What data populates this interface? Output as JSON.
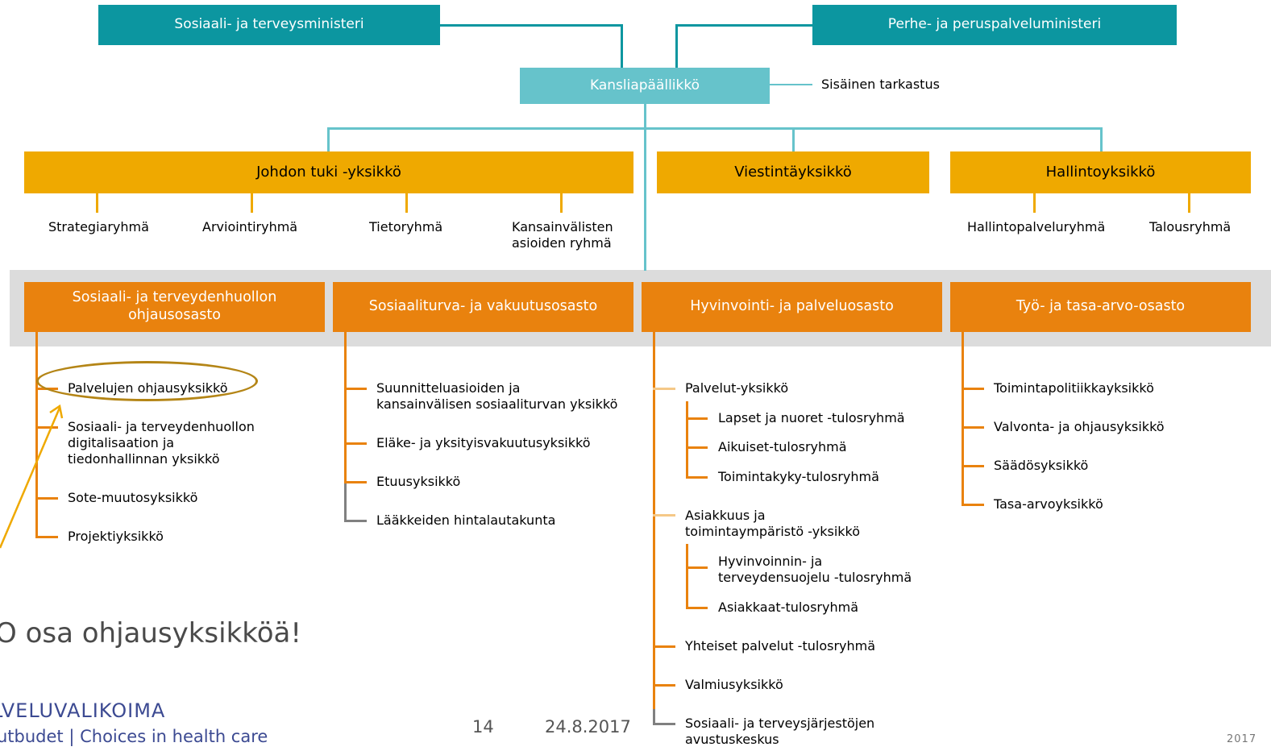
{
  "top": {
    "minister1": "Sosiaali- ja terveysministeri",
    "minister2": "Perhe- ja peruspalveluministeri",
    "chancellor": "Kansliapäällikkö",
    "audit": "Sisäinen tarkastus"
  },
  "support_units": {
    "johdon": "Johdon tuki -yksikkö",
    "viestinta": "Viestintäyksikkö",
    "hallinto": "Hallintoyksikkö",
    "johdon_groups": [
      "Strategiaryhmä",
      "Arviointiryhmä",
      "Tietoryhmä",
      "Kansainvälisten",
      "asioiden ryhmä"
    ],
    "hallinto_groups": [
      "Hallintopalveluryhmä",
      "Talousryhmä"
    ]
  },
  "departments": [
    {
      "name_line1": "Sosiaali- ja terveydenhuollon",
      "name_line2": "ohjausosasto",
      "units": [
        "Palvelujen ohjausyksikkö",
        "Sosiaali- ja terveydenhuollon",
        "digitalisaation ja",
        "tiedonhallinnan yksikkö",
        "Sote-muutosyksikkö",
        "Projektiyksikkö"
      ]
    },
    {
      "name": "Sosiaaliturva- ja vakuutusosasto",
      "units": [
        "Suunnitteluasioiden ja",
        "kansainvälisen sosiaaliturvan yksikkö",
        "Eläke- ja yksityisvakuutusyksikkö",
        "Etuusyksikkö",
        "Lääkkeiden hintalautakunta"
      ]
    },
    {
      "name": "Hyvinvointi- ja palveluosasto",
      "units": [
        "Palvelut-yksikkö",
        "Lapset ja nuoret -tulosryhmä",
        "Aikuiset-tulosryhmä",
        "Toimintakyky-tulosryhmä",
        "Asiakkuus ja",
        "toimintaympäristö -yksikkö",
        "Hyvinvoinnin- ja",
        "terveydensuojelu -tulosryhmä",
        "Asiakkaat-tulosryhmä",
        "Yhteiset palvelut -tulosryhmä",
        "Valmiusyksikkö",
        "Sosiaali- ja terveysjärjestöjen",
        "avustuskeskus"
      ]
    },
    {
      "name": "Työ- ja tasa-arvo-osasto",
      "units": [
        "Toimintapolitiikkayksikkö",
        "Valvonta- ja ohjausyksikkö",
        "Säädösyksikkö",
        "Tasa-arvoyksikkö"
      ]
    }
  ],
  "annotation": "O osa ohjausyksikköä!",
  "logo": {
    "line1": "LVELUVALIKOIMA",
    "line2": "utbudet | Choices in health care"
  },
  "footer": {
    "page": "14",
    "date": "24.8.2017",
    "year": "2017"
  },
  "colors": {
    "teal": "#0c96a0",
    "light_teal": "#66c3cb",
    "yellow": "#efa900",
    "orange": "#e9820e",
    "highlight": "#b48516"
  }
}
